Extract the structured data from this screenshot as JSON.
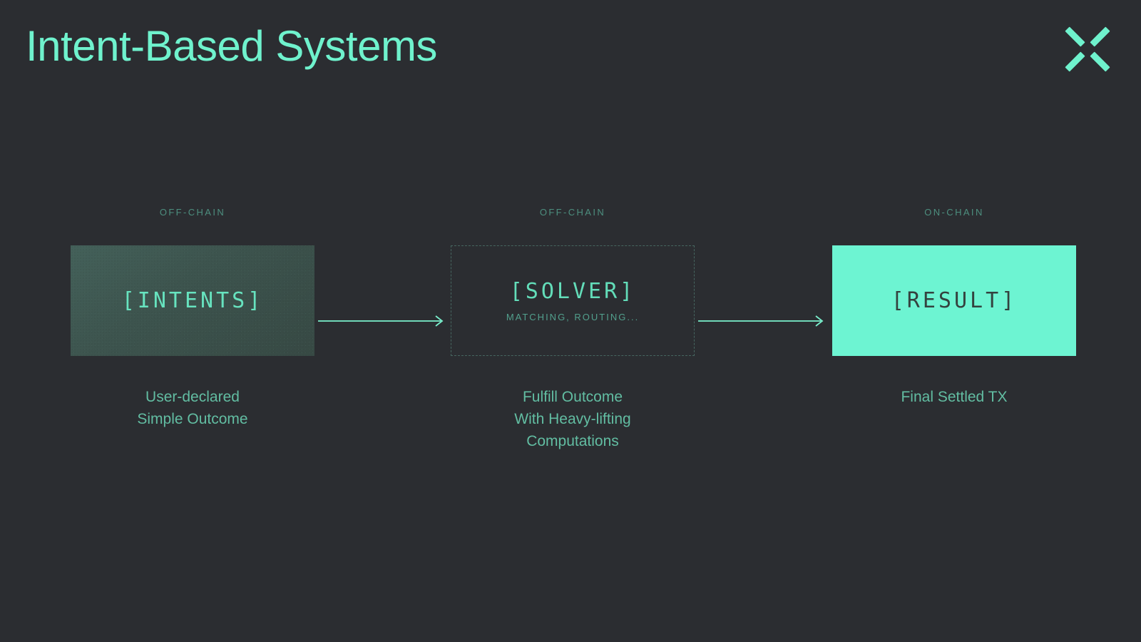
{
  "slide": {
    "title": "Intent-Based Systems",
    "background_color": "#2b2d31",
    "accent_color": "#6ff2cd"
  },
  "logo": {
    "name": "x-mark-logo",
    "color": "#6ff2cd"
  },
  "flow": {
    "stages": [
      {
        "tag": "OFF-CHAIN",
        "label": "[INTENTS]",
        "sub": "",
        "caption_lines": [
          "User-declared",
          "Simple Outcome"
        ],
        "style": "gradient",
        "fill_from": "#44615a",
        "fill_to": "#374944"
      },
      {
        "tag": "OFF-CHAIN",
        "label": "[SOLVER]",
        "sub": "MATCHING, ROUTING...",
        "caption_lines": [
          "Fulfill Outcome",
          "With Heavy-lifting",
          "Computations"
        ],
        "style": "dashed",
        "border_color": "#466660"
      },
      {
        "tag": "ON-CHAIN",
        "label": "[RESULT]",
        "sub": "",
        "caption_lines": [
          "Final Settled TX"
        ],
        "style": "solid",
        "fill": "#6df4d2",
        "text_color": "#34423f"
      }
    ],
    "arrows": [
      {
        "name": "arrow-intents-to-solver",
        "color": "#7af0cd"
      },
      {
        "name": "arrow-solver-to-result",
        "color": "#7af0cd"
      }
    ]
  }
}
